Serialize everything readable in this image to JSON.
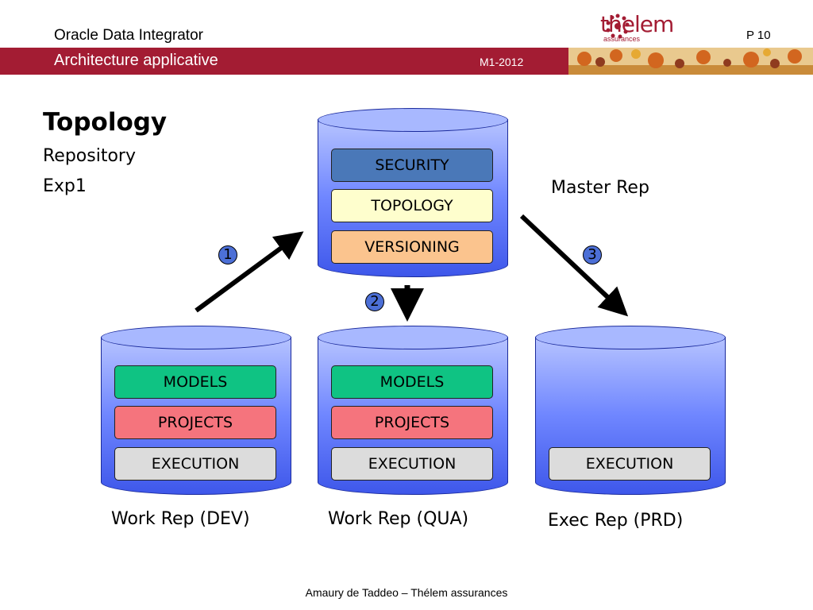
{
  "header": {
    "title": "Oracle Data Integrator",
    "subtitle": "Architecture applicative",
    "date": "M1-2012",
    "page": "P 10",
    "logo_text": "thelem",
    "logo_sub": "assurances",
    "accent": "#a31c33"
  },
  "left": {
    "title": "Topology",
    "line1": "Repository",
    "line2": "Exp1"
  },
  "master": {
    "caption": "Master Rep",
    "boxes": [
      "SECURITY",
      "TOPOLOGY",
      "VERSIONING"
    ]
  },
  "work_dev": {
    "caption": "Work Rep (DEV)",
    "boxes": [
      "MODELS",
      "PROJECTS",
      "EXECUTION"
    ]
  },
  "work_qua": {
    "caption": "Work Rep (QUA)",
    "boxes": [
      "MODELS",
      "PROJECTS",
      "EXECUTION"
    ]
  },
  "exec_prd": {
    "caption": "Exec Rep (PRD)",
    "boxes": [
      "EXECUTION"
    ]
  },
  "steps": [
    "1",
    "2",
    "3"
  ],
  "footer": "Amaury de Taddeo – Thélem assurances"
}
